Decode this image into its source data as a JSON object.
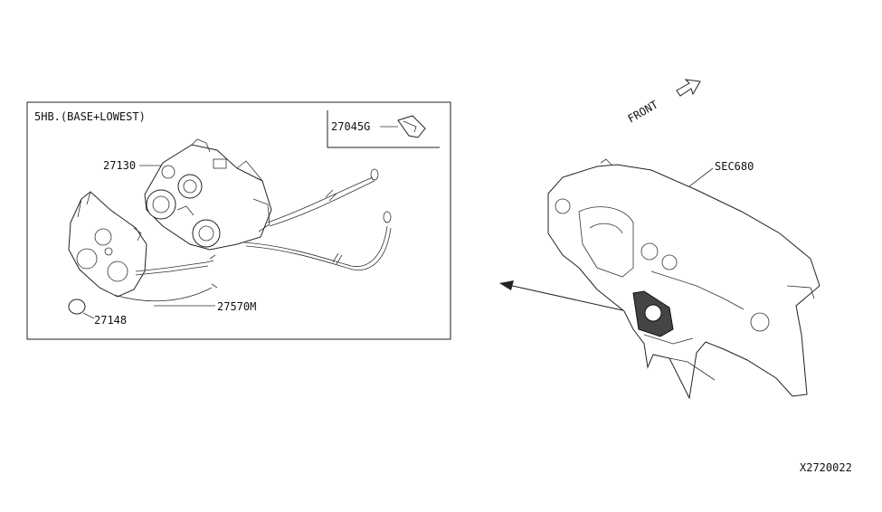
{
  "diagram": {
    "variant_label": "5HB.(BASE+LOWEST)",
    "parts": [
      {
        "id": "p27045g",
        "number": "27045G"
      },
      {
        "id": "p27130",
        "number": "27130"
      },
      {
        "id": "p27148",
        "number": "27148"
      },
      {
        "id": "p27570m",
        "number": "27570M"
      }
    ],
    "section_ref": "SEC680",
    "front_label": "FRONT",
    "diagram_code": "X2720022"
  }
}
